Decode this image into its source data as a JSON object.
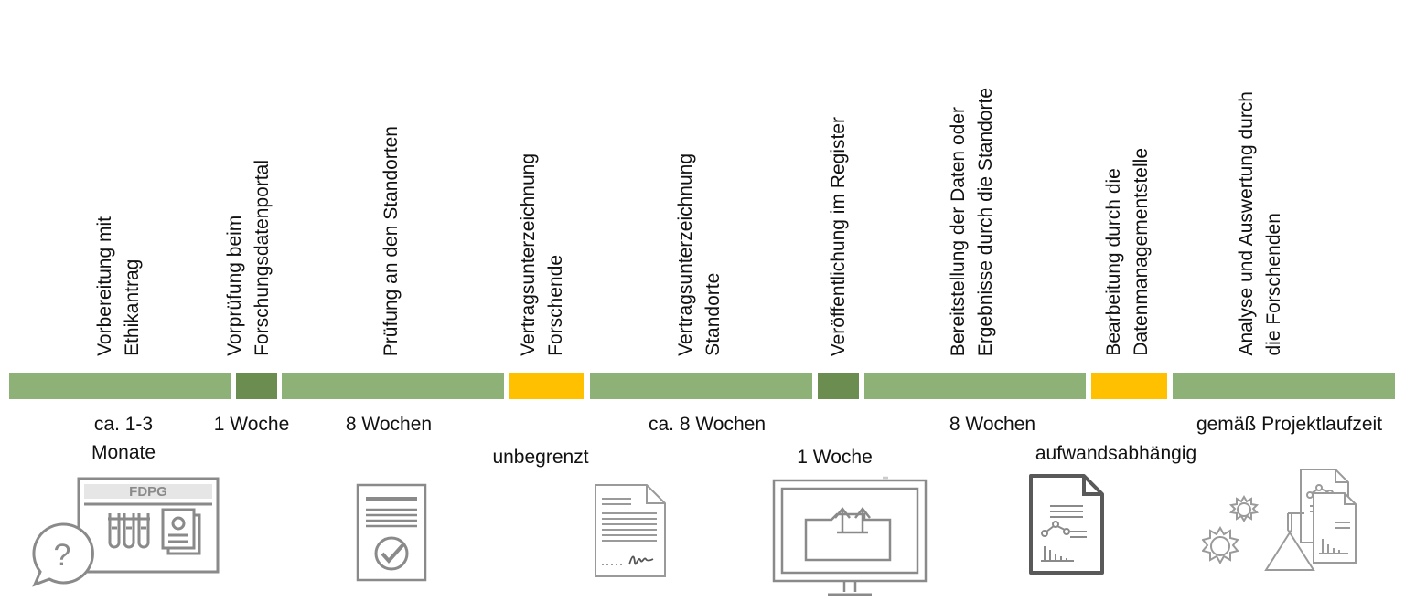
{
  "colors": {
    "green": "#8db177",
    "dark_green": "#6b8e50",
    "yellow": "#ffc000",
    "icon_stroke": "#7f7f7f",
    "icon_dark": "#595959"
  },
  "steps": [
    {
      "label_lines": [
        "Vorbereitung mit",
        "Ethikantrag"
      ],
      "duration_lines": [
        "ca. 1-3",
        "Monate"
      ],
      "bar_color": "green",
      "icon": "fdpg-window-question-icon",
      "icon_text": "FDPG"
    },
    {
      "label_lines": [
        "Vorprüfung beim",
        "Forschungsdatenportal"
      ],
      "duration_lines": [
        "1 Woche"
      ],
      "bar_color": "dark_green"
    },
    {
      "label_lines": [
        "Prüfung an den Standorten"
      ],
      "duration_lines": [
        "8 Wochen"
      ],
      "bar_color": "green",
      "icon": "document-check-icon"
    },
    {
      "label_lines": [
        "Vertragsunterzeichnung",
        "Forschende"
      ],
      "duration_lines": [
        "unbegrenzt"
      ],
      "bar_color": "yellow",
      "icon": "contract-signature-icon"
    },
    {
      "label_lines": [
        "Vertragsunterzeichnung",
        "Standorte"
      ],
      "duration_lines": [
        "ca. 8 Wochen"
      ],
      "bar_color": "green"
    },
    {
      "label_lines": [
        "Veröffentlichung im Register"
      ],
      "duration_lines": [
        "1 Woche"
      ],
      "bar_color": "dark_green",
      "icon": "monitor-upload-folder-icon"
    },
    {
      "label_lines": [
        "Bereitstellung der Daten oder",
        "Ergebnisse durch die Standorte"
      ],
      "duration_lines": [
        "8 Wochen"
      ],
      "bar_color": "green"
    },
    {
      "label_lines": [
        "Bearbeitung durch die",
        "Datenmanagementstelle"
      ],
      "duration_lines": [
        "aufwandsabhängig"
      ],
      "bar_color": "yellow",
      "icon": "data-report-document-icon"
    },
    {
      "label_lines": [
        "Analyse und Auswertung durch",
        "die Forschenden"
      ],
      "duration_lines": [
        "gemäß Projektlaufzeit"
      ],
      "bar_color": "green",
      "icon": "analysis-gears-flask-icon"
    }
  ]
}
